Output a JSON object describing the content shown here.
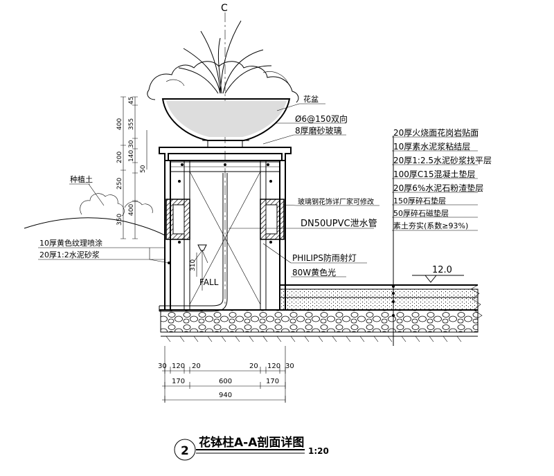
{
  "drawing": {
    "centerline_mark": "C",
    "title": "花钵柱A-A剖面详图",
    "scale": "1:20",
    "detail_number": "2",
    "labels": {
      "flower_pot": "花盆",
      "rebar": "Ø6@150双向",
      "frosted_glass": "8厚磨砂玻璃",
      "planting_soil": "种植土",
      "glass_steel_pattern": "玻璃钢花饰详厂家可修改",
      "drain_pipe": "DN50UPVC泄水管",
      "yellow_paint": "10厚黄色纹理喷涂",
      "cement_mortar_left": "20厚1:2水泥砂浆",
      "lamp_brand": "PHILIPS防雨射灯",
      "lamp_power": "80W黄色光",
      "fall": "FALL",
      "elevation": "12.0"
    },
    "layers": [
      "20厚火烧面花岗岩贴面",
      "10厚素水泥浆粘结层",
      "20厚1:2.5水泥砂浆找平层",
      "100厚C15混凝土垫层",
      "20厚6%水泥石粉渣垫层",
      "150厚碎石垫层",
      "50厚碎石磁垫层",
      "素土夯实(系数≥93%)"
    ],
    "dims_vertical": {
      "d45": "45",
      "d355": "355",
      "d400": "400",
      "d30": "30",
      "d140": "140",
      "d200": "200",
      "d50": "50",
      "d250": "250",
      "d350": "350",
      "d400b": "400",
      "d310": "310"
    },
    "dims_horizontal": {
      "d30a": "30",
      "d120a": "120",
      "d20a": "20",
      "d20b": "20",
      "d120b": "120",
      "d30b": "30",
      "d170a": "170",
      "d600": "600",
      "d170b": "170",
      "d940": "940"
    }
  }
}
